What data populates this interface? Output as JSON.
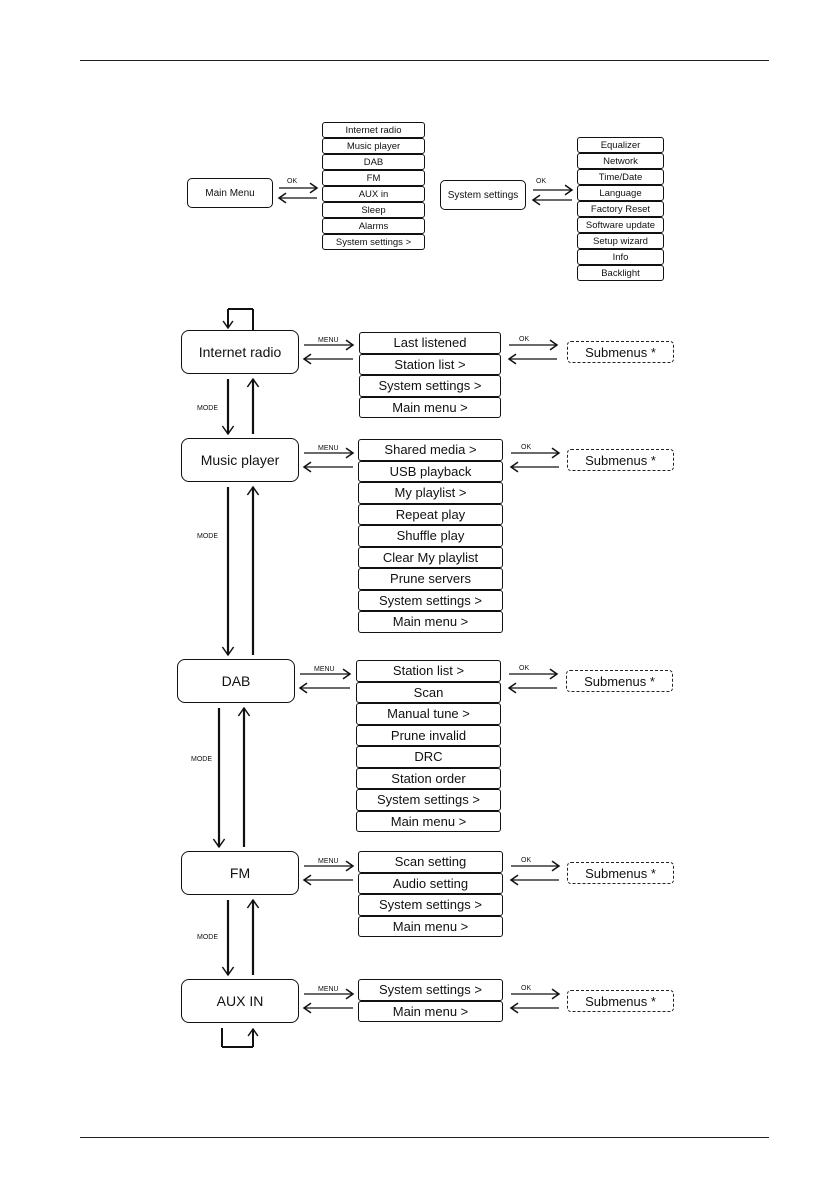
{
  "top": {
    "main_menu": "Main Menu",
    "ok_label": "OK",
    "main_items": [
      "Internet radio",
      "Music player",
      "DAB",
      "FM",
      "AUX in",
      "Sleep",
      "Alarms",
      "System settings >"
    ],
    "system_settings": "System settings",
    "settings_items": [
      "Equalizer",
      "Network",
      "Time/Date",
      "Language",
      "Factory Reset",
      "Software update",
      "Setup wizard",
      "Info",
      "Backlight"
    ]
  },
  "flow": {
    "menu_label": "MENU",
    "ok_label": "OK",
    "mode_label": "MODE",
    "submenus": "Submenus *",
    "modes": [
      {
        "name": "Internet radio",
        "items": [
          "Last listened",
          "Station list >",
          "System settings >",
          "Main menu >"
        ]
      },
      {
        "name": "Music player",
        "items": [
          "Shared media >",
          "USB playback",
          "My playlist >",
          "Repeat play",
          "Shuffle play",
          "Clear My playlist",
          "Prune servers",
          "System settings >",
          "Main menu >"
        ]
      },
      {
        "name": "DAB",
        "items": [
          "Station list >",
          "Scan",
          "Manual tune >",
          "Prune invalid",
          "DRC",
          "Station order",
          "System settings >",
          "Main menu >"
        ]
      },
      {
        "name": "FM",
        "items": [
          "Scan setting",
          "Audio setting",
          "System settings >",
          "Main menu >"
        ]
      },
      {
        "name": "AUX IN",
        "items": [
          "System settings >",
          "Main menu >"
        ]
      }
    ]
  }
}
